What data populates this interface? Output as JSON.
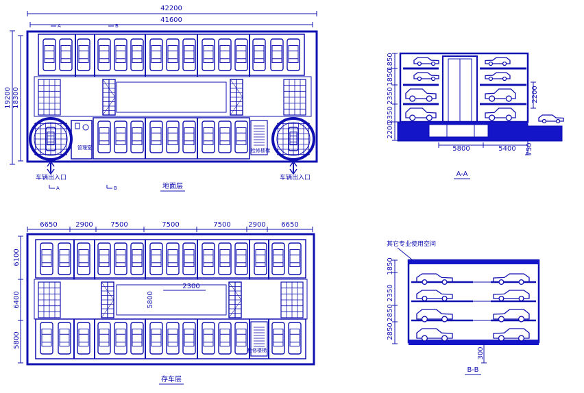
{
  "top_plan": {
    "dim_total_outer": "42200",
    "dim_total_inner": "41600",
    "dim_side_outer": "19200",
    "dim_side_inner": "18300",
    "section_a": "A",
    "section_b": "B",
    "management_room": "管理室",
    "repair_stair": "检修楼梯",
    "entry_left": "车辆出入口",
    "entry_right": "车辆出入口",
    "caption": "地面层"
  },
  "bottom_plan": {
    "dims_top": [
      "6650",
      "2900",
      "7500",
      "7500",
      "7500",
      "2900",
      "6650"
    ],
    "dims_side": [
      "6100",
      "6400",
      "5800"
    ],
    "dim_inner_h": "2300",
    "dim_inner_v": "5800",
    "repair_stair": "检修楼梯",
    "caption": "存车层"
  },
  "section_aa": {
    "dims_levels": [
      "1850",
      "1850",
      "2350",
      "2350"
    ],
    "dim_below": "2200",
    "dim_right": "2200",
    "dim_span_left": "5800",
    "dim_span_right": "5400",
    "dim_depth": "750",
    "caption": "A-A"
  },
  "section_bb": {
    "note": "其它专业使用空间",
    "dims_levels": [
      "1850",
      "2350",
      "2850",
      "2850"
    ],
    "dim_pit": "300",
    "caption": "B-B"
  },
  "colors": {
    "line": "#1010b0",
    "fill": "#1414c8"
  }
}
